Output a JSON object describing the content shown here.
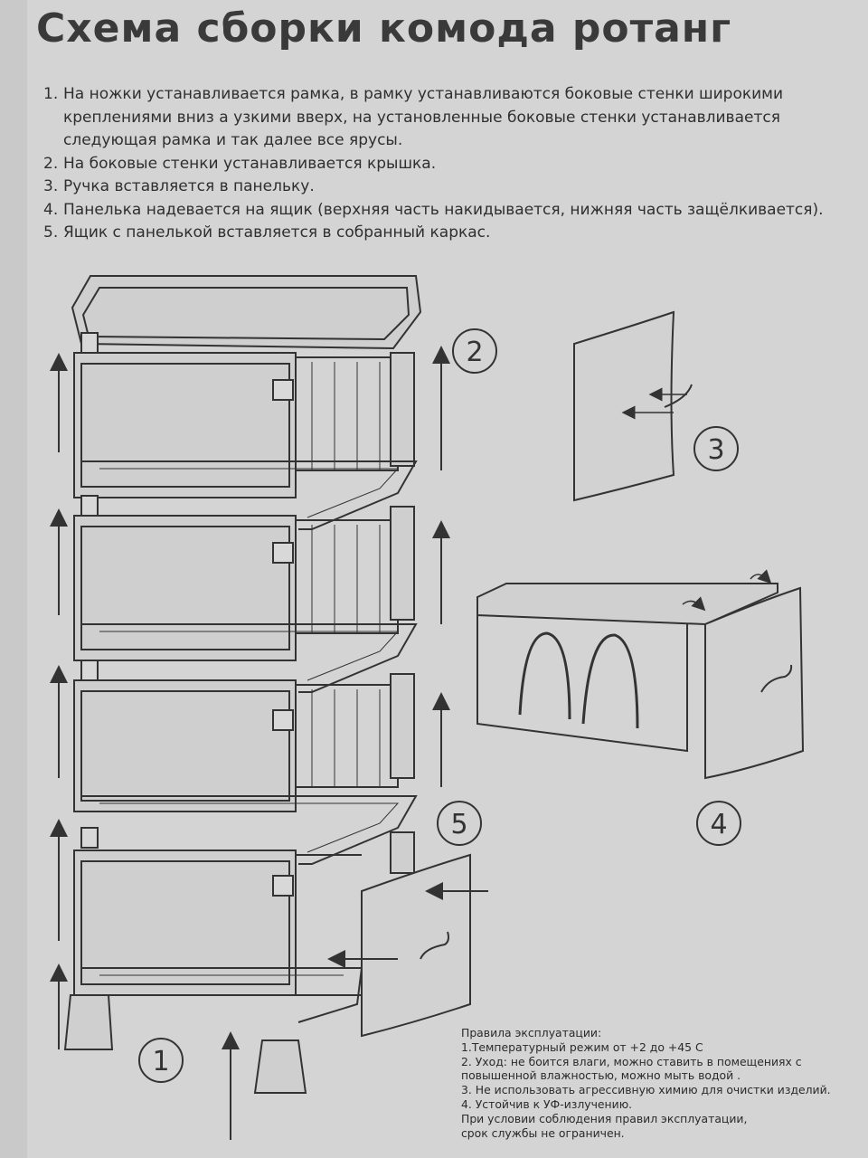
{
  "title": "Схема сборки комода ротанг",
  "steps": [
    {
      "num": "1.",
      "text": "На ножки устанавливается рамка, в рамку устанавливаются боковые стенки широкими креплениями вниз а узкими вверх, на установленные боковые стенки устанавливается следующая рамка и так далее все ярусы."
    },
    {
      "num": "2.",
      "text": "На боковые стенки устанавливается крышка."
    },
    {
      "num": "3.",
      "text": "Ручка вставляется в панельку."
    },
    {
      "num": "4.",
      "text": "Панелька надевается на ящик (верхняя часть накидывается, нижняя часть защёлкивается)."
    },
    {
      "num": "5.",
      "text": "Ящик с панелькой вставляется в собранный каркас."
    }
  ],
  "callouts": [
    "1",
    "2",
    "3",
    "4",
    "5"
  ],
  "rules": {
    "heading": "Правила эксплуатации:",
    "lines": [
      "1.Температурный режим от +2 до +45  С",
      "2. Уход: не боится влаги, можно ставить в помещениях с",
      "повышенной влажностью, можно мыть водой .",
      "3. Не использовать агрессивную химию для очистки изделий.",
      "4. Устойчив к УФ-излучению.",
      "При условии соблюдения правил эксплуатации,",
      "срок службы не ограничен."
    ]
  },
  "colors": {
    "paper": "#d4d4d4",
    "ink": "#2b2b2b"
  }
}
